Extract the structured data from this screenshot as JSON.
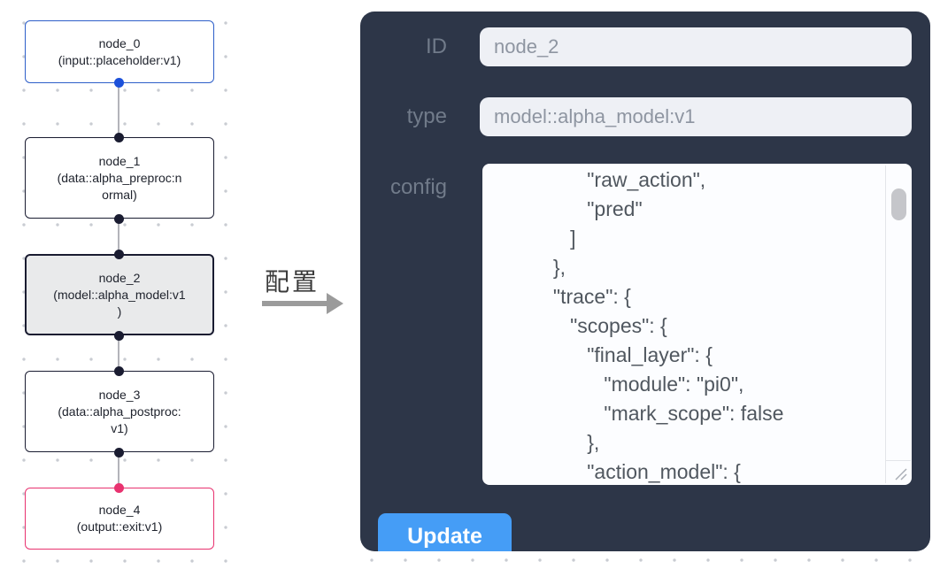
{
  "flow": {
    "nodes": [
      {
        "id": "node_0",
        "lines": [
          "node_0",
          "(input::placeholder:v1)"
        ],
        "style": "blue"
      },
      {
        "id": "node_1",
        "lines": [
          "node_1",
          "(data::alpha_preproc:n",
          "ormal)"
        ],
        "style": "dark"
      },
      {
        "id": "node_2",
        "lines": [
          "node_2",
          "(model::alpha_model:v1",
          ")"
        ],
        "style": "selected"
      },
      {
        "id": "node_3",
        "lines": [
          "node_3",
          "(data::alpha_postproc:",
          "v1)"
        ],
        "style": "dark"
      },
      {
        "id": "node_4",
        "lines": [
          "node_4",
          "(output::exit:v1)"
        ],
        "style": "pink"
      }
    ]
  },
  "transition": {
    "label": "配置"
  },
  "panel": {
    "fields": [
      {
        "label": "ID",
        "value": "node_2"
      },
      {
        "label": "type",
        "value": "model::alpha_model:v1"
      }
    ],
    "config_label": "config",
    "config_text": "                \"raw_action\",\n                \"pred\"\n             ]\n          },\n          \"trace\": {\n             \"scopes\": {\n                \"final_layer\": {\n                   \"module\": \"pi0\",\n                   \"mark_scope\": false\n                },\n                \"action_model\": {",
    "update_label": "Update"
  },
  "colors": {
    "node-blue": "#2e5fc9",
    "handle-blue": "#1c51da",
    "node-dark": "#1a1c31",
    "node-pink": "#e8326f",
    "selected-bg": "#e9eaeb",
    "edge-gray": "#b3b4ba",
    "dot-gray": "#c9ccd2",
    "panel-bg": "#2d3648",
    "field-bg": "#eef0f5",
    "field-text": "#8e95a1",
    "label-gray": "#717b8a",
    "config-text": "#50575f",
    "button-blue": "#459df6",
    "arrow-gray": "#9b9b9b",
    "text-dark": "#20242e",
    "cjk-dark": "#3b3b3b"
  }
}
